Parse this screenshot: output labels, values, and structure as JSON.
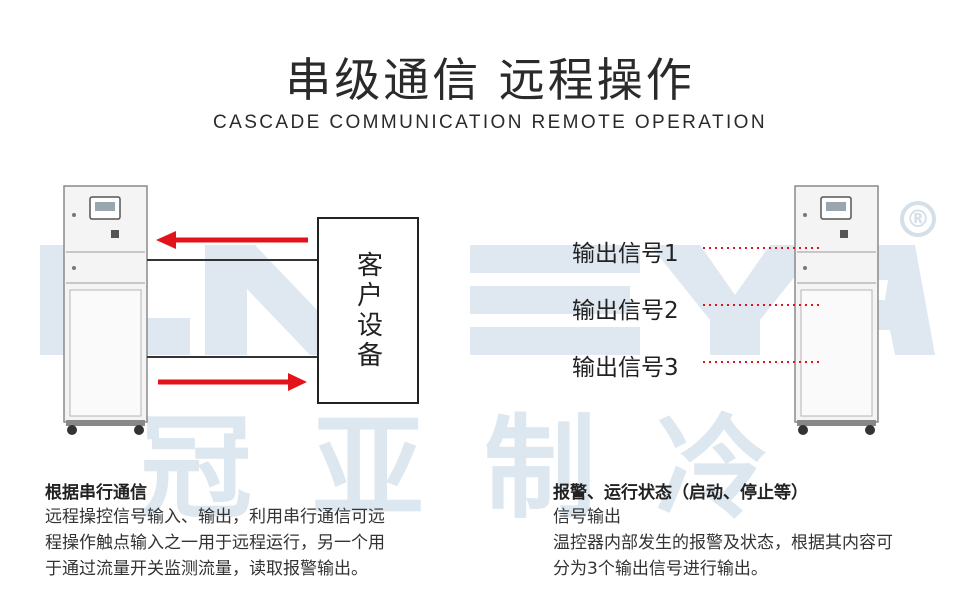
{
  "header": {
    "title": "串级通信 远程操作",
    "subtitle": "CASCADE COMMUNICATION REMOTE OPERATION"
  },
  "watermark": {
    "latin": "LNEYA",
    "chinese": "冠亚制冷",
    "registered_mark": "®",
    "color": "#dde7ef"
  },
  "diagram": {
    "client_box_label": "客户设备",
    "arrow_color": "#e3131b",
    "signals": [
      "输出信号1",
      "输出信号2",
      "输出信号3"
    ],
    "dotted_color": "#e3131b"
  },
  "left_column": {
    "heading": "根据串行通信",
    "lines": [
      "远程操控信号输入、输出，利用串行通信可远",
      "程操作触点输入之一用于远程运行，另一个用",
      "于通过流量开关监测流量，读取报警输出。"
    ]
  },
  "right_column": {
    "heading": "报警、运行状态（启动、停止等）",
    "lines": [
      "信号输出",
      "温控器内部发生的报警及状态，根据其内容可",
      "分为3个输出信号进行输出。"
    ]
  }
}
